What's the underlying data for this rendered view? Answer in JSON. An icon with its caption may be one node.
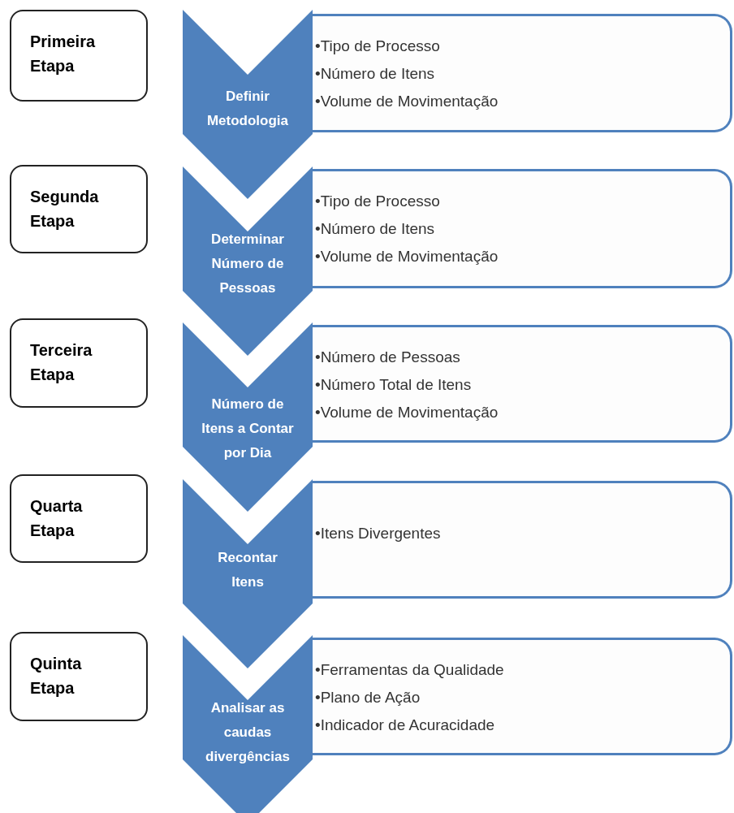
{
  "diagram": {
    "nodes": [
      {
        "text": [
          "Primeira Etapa"
        ]
      },
      {
        "text": [
          "Definir Metodologia"
        ]
      },
      {
        "text": [
          "•Tipo de Processo",
          "•Número de Itens",
          "•Volume de Movimentação"
        ]
      },
      {
        "text": [
          "Segunda Etapa"
        ]
      },
      {
        "text": [
          "Determinar Número de Pessoas"
        ]
      },
      {
        "text": [
          "•Tipo de Processo",
          "•Número de Itens",
          "•Volume de Movimentação"
        ]
      },
      {
        "text": [
          "Terceira Etapa"
        ]
      },
      {
        "text": [
          "Número de Itens a Contar por Dia"
        ]
      },
      {
        "text": [
          "•Número de Pessoas",
          "•Número Total de Itens",
          "•Volume de Movimentação"
        ]
      },
      {
        "text": [
          "Quarta Etapa"
        ]
      },
      {
        "text": [
          "Recontar Itens"
        ]
      },
      {
        "text": [
          "•Itens Divergentes"
        ]
      },
      {
        "text": [
          "Quinta Etapa"
        ]
      },
      {
        "text": [
          "Analisar as caudas divergências"
        ]
      },
      {
        "text": [
          "•Ferramentas da Qualidade",
          "•Plano de Ação",
          "•Indicador de Acuracidade"
        ]
      }
    ],
    "edges": []
  }
}
